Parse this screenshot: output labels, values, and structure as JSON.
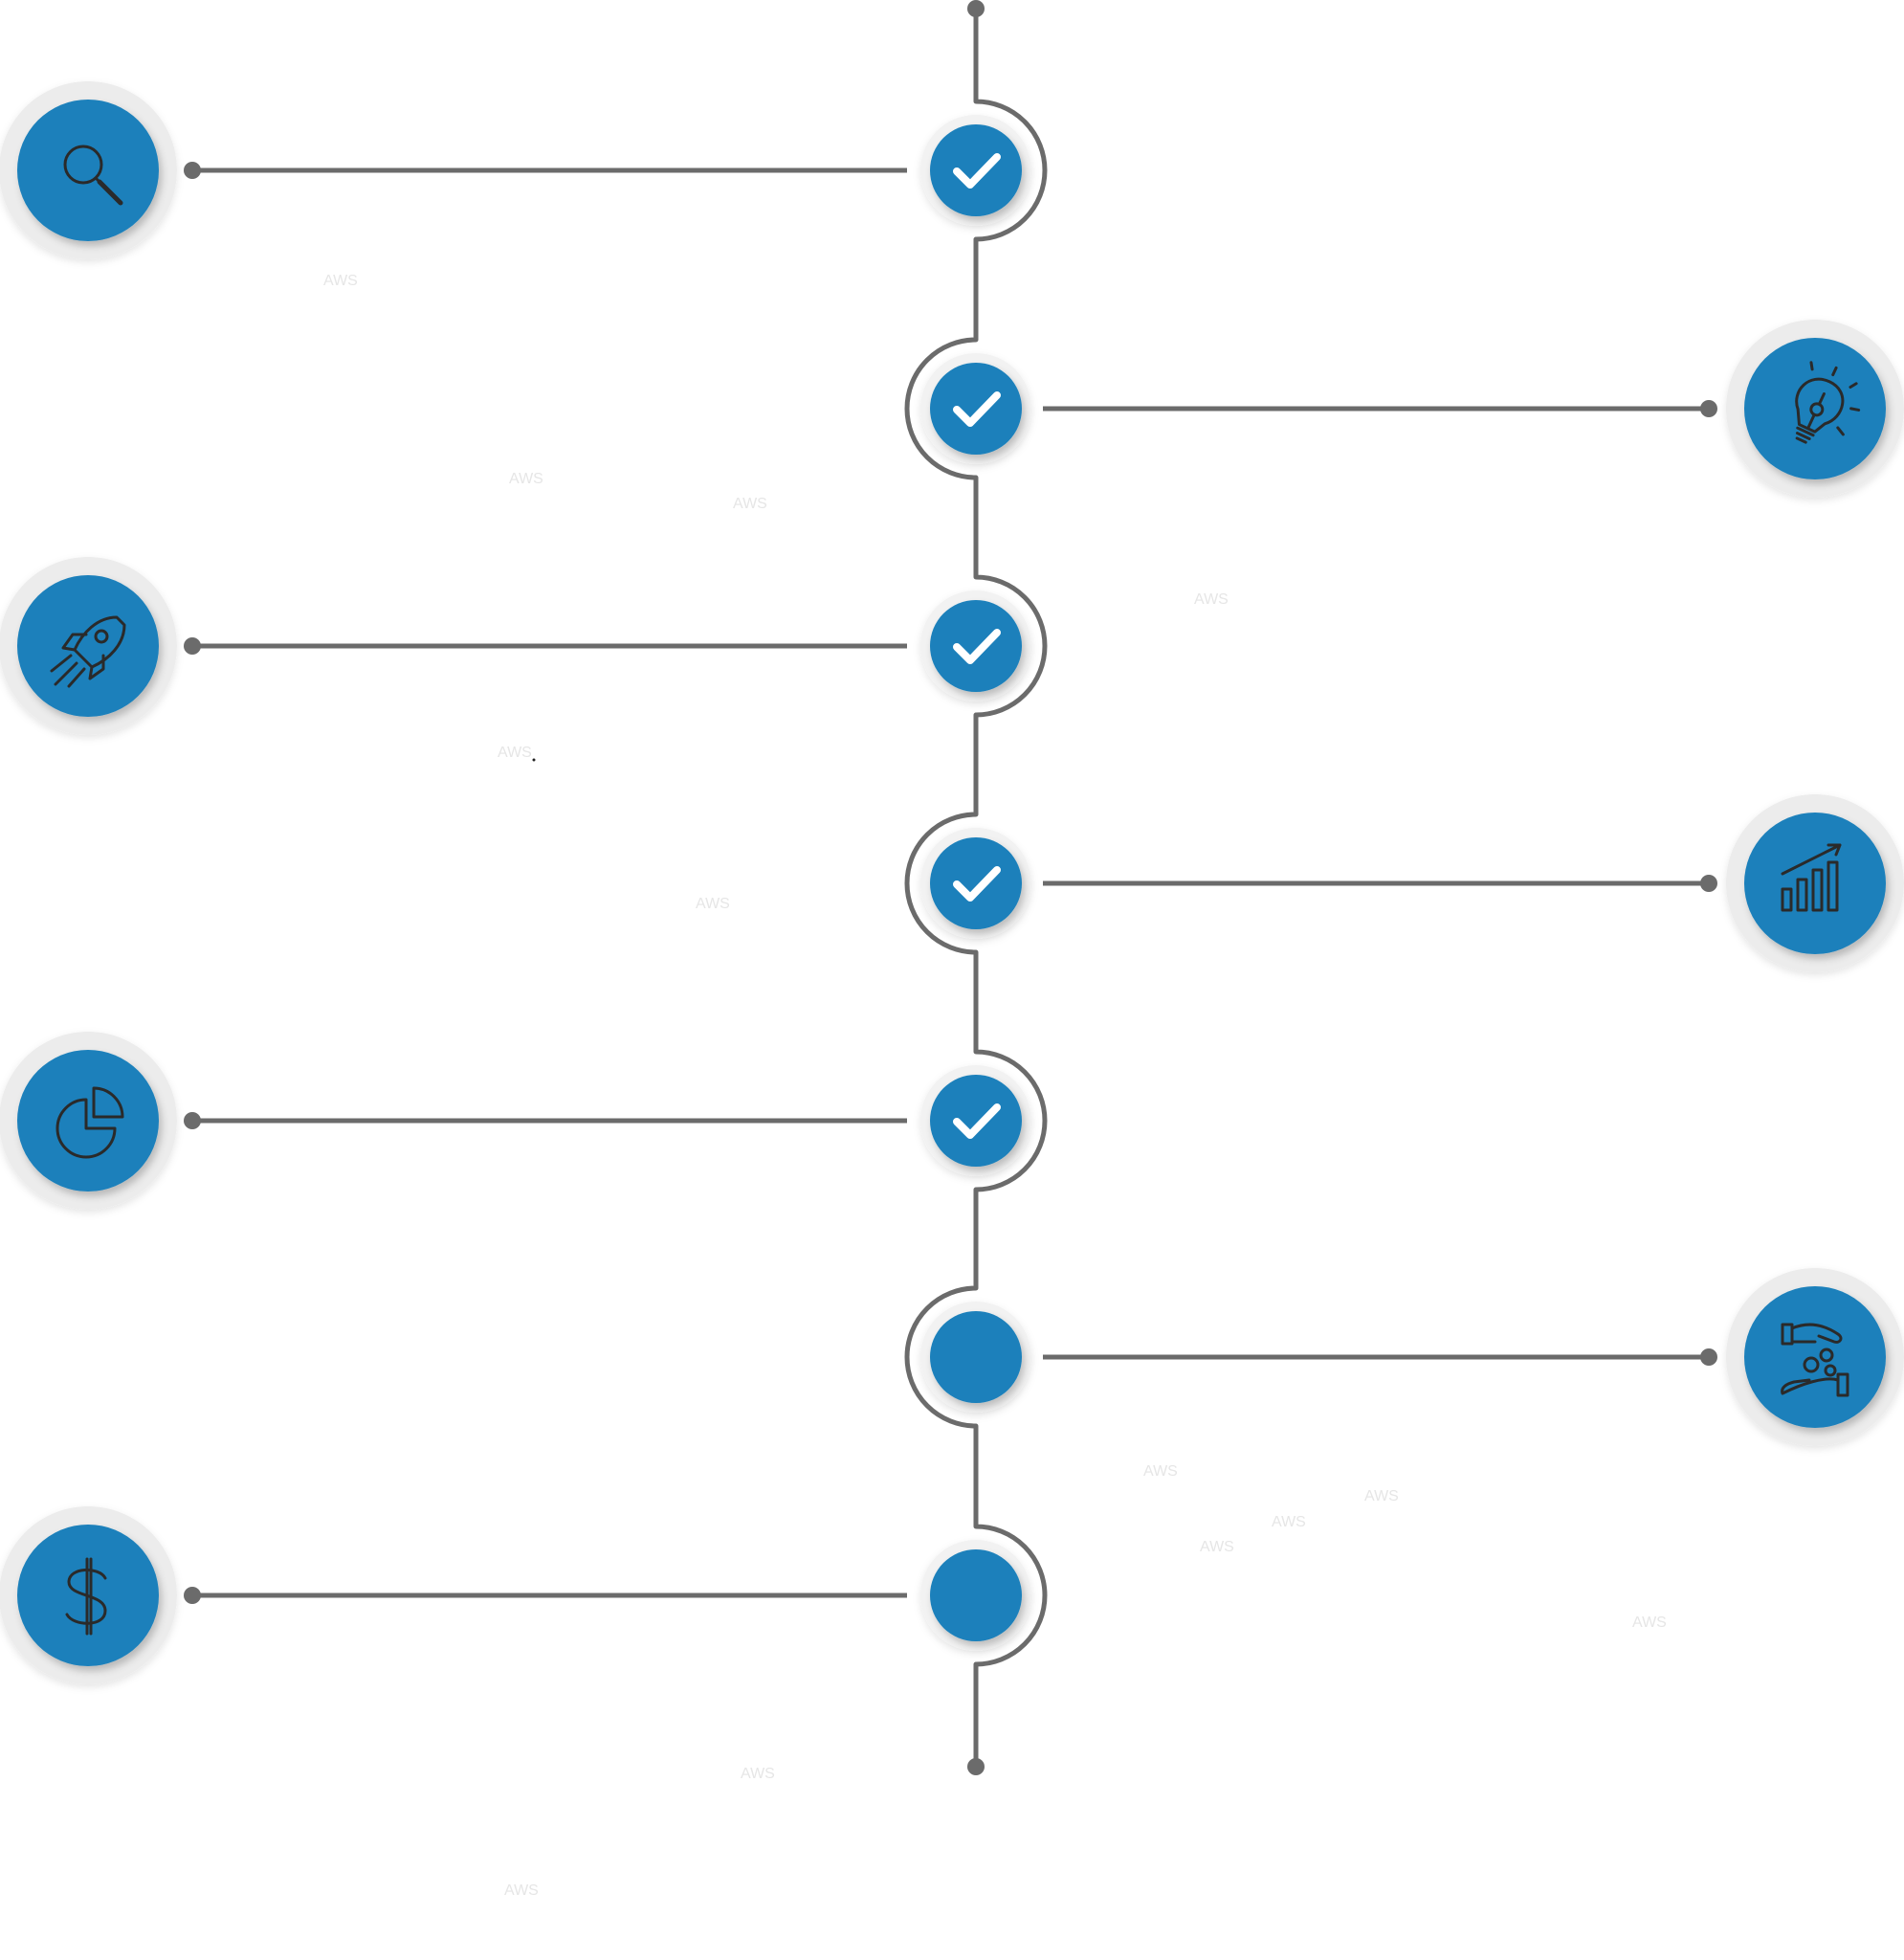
{
  "colors": {
    "accent": "#1a80bb",
    "line": "#6b6b6b",
    "halo": "#ececec",
    "check": "#ffffff",
    "icon_stroke": "#2a2a2a",
    "watermark": "#e6e6e6"
  },
  "steps": [
    {
      "side": "left",
      "icon": "search-icon",
      "completed": true
    },
    {
      "side": "right",
      "icon": "lightbulb-icon",
      "completed": true
    },
    {
      "side": "left",
      "icon": "rocket-icon",
      "completed": true
    },
    {
      "side": "right",
      "icon": "bar-chart-icon",
      "completed": true
    },
    {
      "side": "left",
      "icon": "pie-chart-icon",
      "completed": true
    },
    {
      "side": "right",
      "icon": "hand-coins-icon",
      "completed": false
    },
    {
      "side": "left",
      "icon": "dollar-icon",
      "completed": false
    }
  ],
  "watermark_text": "AWS"
}
